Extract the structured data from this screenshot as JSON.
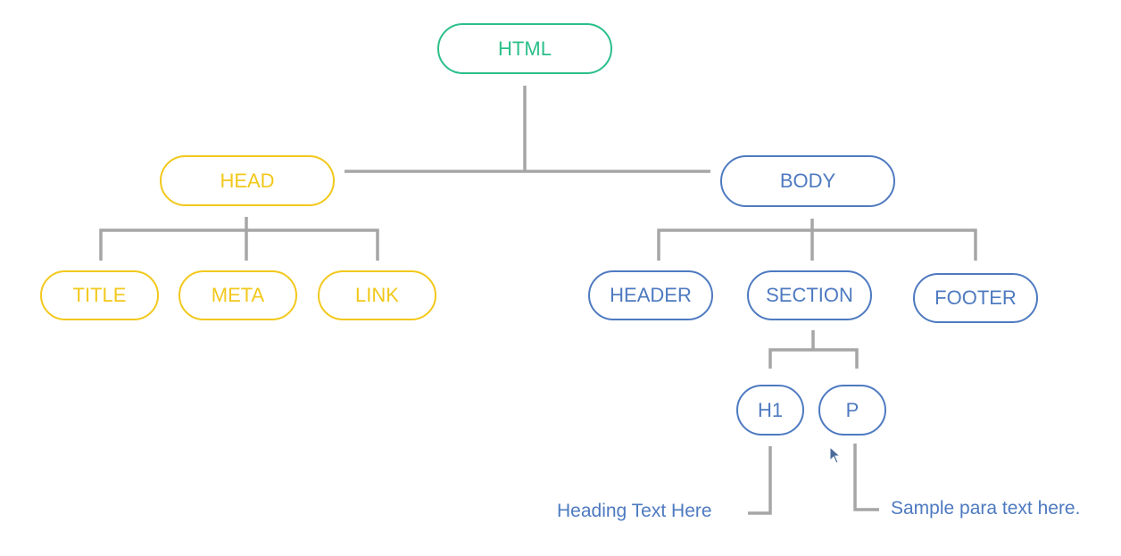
{
  "colors": {
    "green": "#2bbf8a",
    "yellow": "#f2c81c",
    "blue": "#4e7ac0",
    "connector": "#a6a6a6"
  },
  "nodes": {
    "html": "HTML",
    "head": "HEAD",
    "body": "BODY",
    "title": "TITLE",
    "meta": "META",
    "link": "LINK",
    "header": "HEADER",
    "section": "SECTION",
    "footer": "FOOTER",
    "h1": "H1",
    "p": "P"
  },
  "leaf_texts": {
    "heading": "Heading Text Here",
    "paragraph": "Sample para text here."
  },
  "icons": {
    "cursor": "mouse-pointer-icon"
  }
}
